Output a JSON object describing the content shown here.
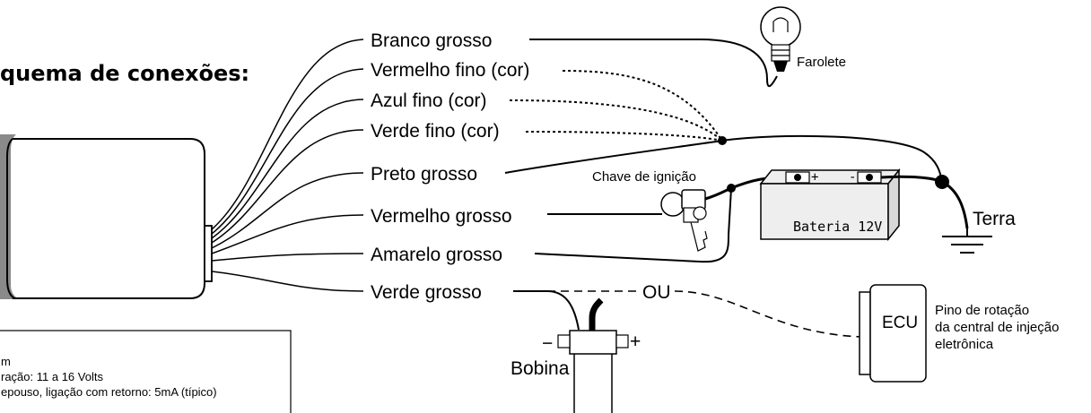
{
  "diagram": {
    "title": "quema de conexões:",
    "wires": [
      {
        "label": "Branco grosso",
        "style": "solid"
      },
      {
        "label": "Vermelho fino (cor)",
        "style": "dotted"
      },
      {
        "label": "Azul fino (cor)",
        "style": "dotted"
      },
      {
        "label": "Verde fino (cor)",
        "style": "dotted"
      },
      {
        "label": "Preto grosso",
        "style": "solid"
      },
      {
        "label": "Vermelho grosso",
        "style": "solid"
      },
      {
        "label": "Amarelo grosso",
        "style": "solid"
      },
      {
        "label": "Verde grosso",
        "style": "solid"
      }
    ],
    "components": {
      "lamp": "Farolete",
      "ignition": "Chave de ignição",
      "battery": "Bateria 12V",
      "battery_plus": "+",
      "battery_minus": "-",
      "ground": "Terra",
      "coil": "Bobina",
      "coil_minus": "−",
      "coil_plus": "+",
      "ecu": "ECU",
      "or_label": "OU",
      "ecu_pin_lines": [
        "Pino de rotação",
        "da central de injeção",
        "eletrônica"
      ]
    },
    "specs": [
      "m",
      "ração: 11 a 16 Volts",
      "epouso, ligação com retorno: 5mA (típico)"
    ]
  }
}
